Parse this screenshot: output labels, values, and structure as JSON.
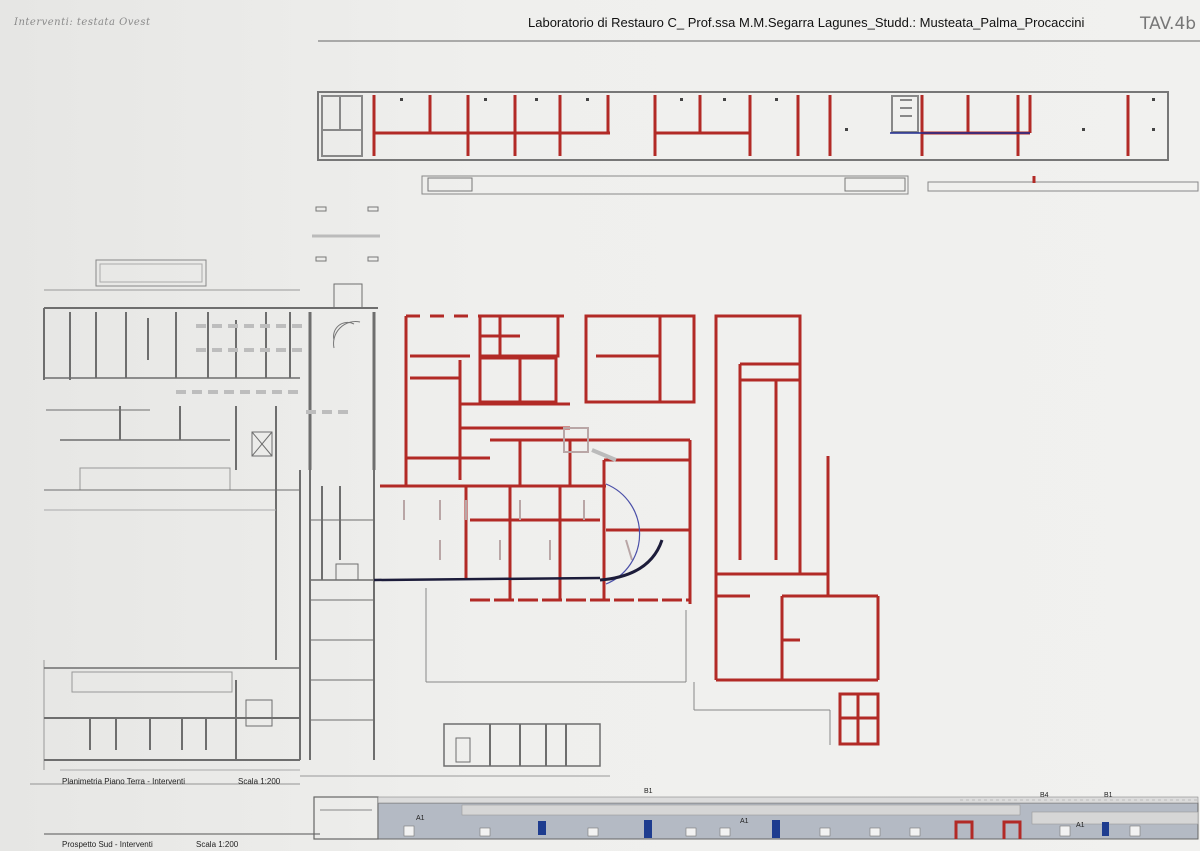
{
  "sheet": {
    "handwritten_note": "Interventi: testata Ovest",
    "header_title": "Laboratorio di Restauro C_ Prof.ssa M.M.Segarra Lagunes_Studd.: Musteata_Palma_Procaccini",
    "sheet_number": "TAV.4b"
  },
  "plan": {
    "caption": "Planimetria Piano Terra - Interventi",
    "scale": "Scala 1:200"
  },
  "elevation": {
    "caption": "Prospetto Sud - Interventi",
    "scale": "Scala 1:200",
    "labels": {
      "a1_first": "A1",
      "a1_second": "A1",
      "a1_third": "A1",
      "b1_first": "B1",
      "b1_second": "B1",
      "b4": "B4"
    }
  },
  "colors": {
    "existing_wall": "#6e6e6e",
    "intervention_wall": "#b22a26",
    "new_element": "#1f2b8f",
    "paper": "#efefed"
  }
}
